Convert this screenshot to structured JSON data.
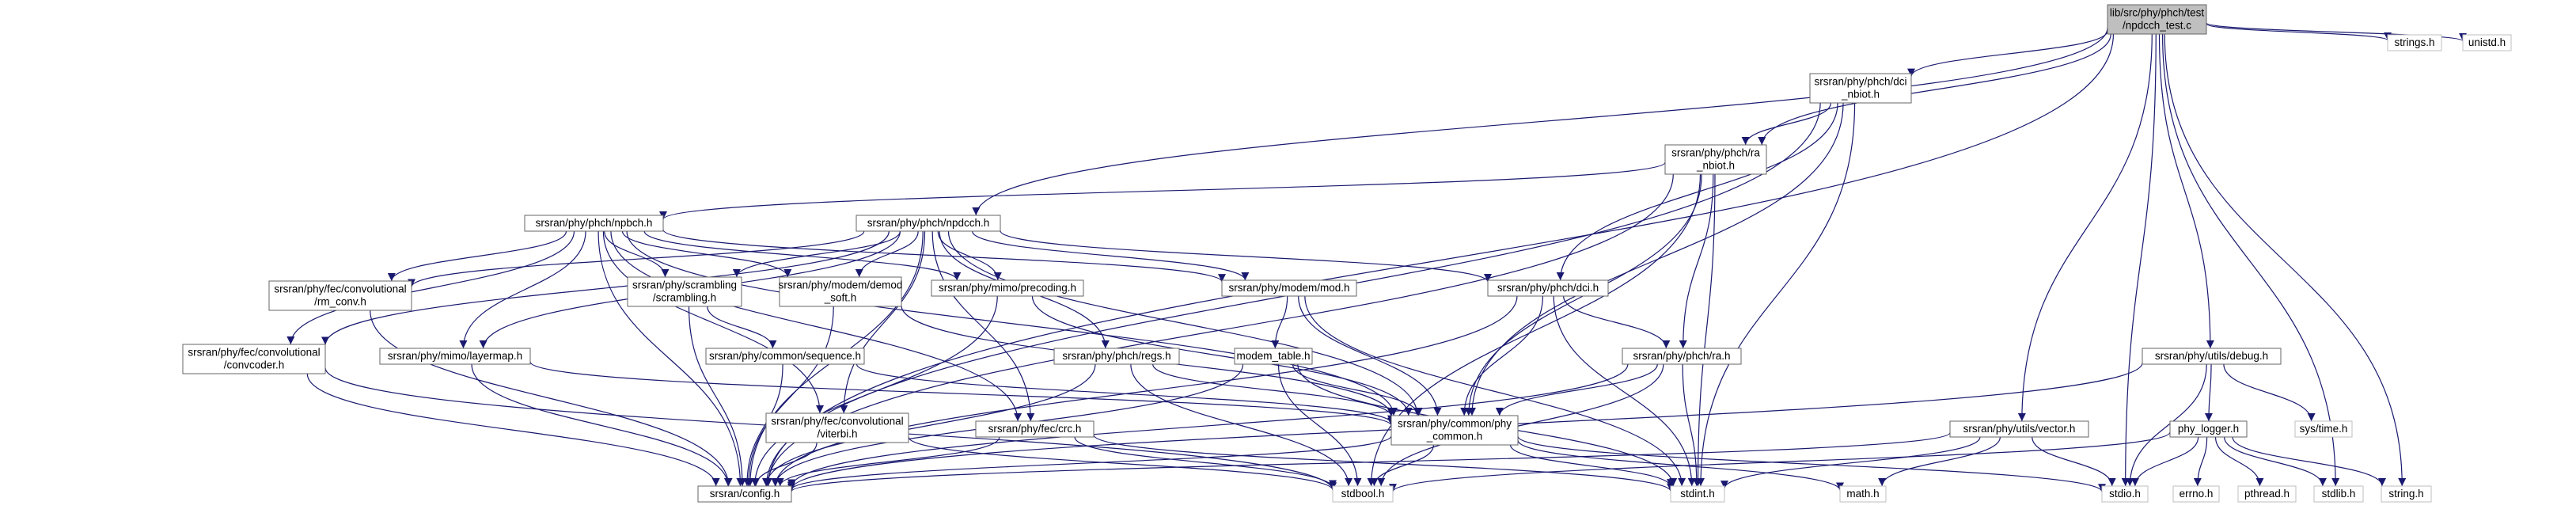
{
  "graph": {
    "nodes": [
      {
        "id": "root",
        "lines": [
          "lib/src/phy/phch/test",
          "/npdcch_test.c"
        ],
        "kind": "root"
      },
      {
        "id": "dci_nbiot",
        "lines": [
          "srsran/phy/phch/dci",
          "_nbiot.h"
        ],
        "kind": "local"
      },
      {
        "id": "ra_nbiot",
        "lines": [
          "srsran/phy/phch/ra",
          "_nbiot.h"
        ],
        "kind": "local"
      },
      {
        "id": "npbch",
        "lines": [
          "srsran/phy/phch/npbch.h"
        ],
        "kind": "local"
      },
      {
        "id": "npdcch",
        "lines": [
          "srsran/phy/phch/npdcch.h"
        ],
        "kind": "local"
      },
      {
        "id": "rm_conv",
        "lines": [
          "srsran/phy/fec/convolutional",
          "/rm_conv.h"
        ],
        "kind": "local"
      },
      {
        "id": "scrambling",
        "lines": [
          "srsran/phy/scrambling",
          "/scrambling.h"
        ],
        "kind": "local"
      },
      {
        "id": "demod_soft",
        "lines": [
          "srsran/phy/modem/demod",
          "_soft.h"
        ],
        "kind": "local"
      },
      {
        "id": "precoding",
        "lines": [
          "srsran/phy/mimo/precoding.h"
        ],
        "kind": "local"
      },
      {
        "id": "mod",
        "lines": [
          "srsran/phy/modem/mod.h"
        ],
        "kind": "local"
      },
      {
        "id": "dci",
        "lines": [
          "srsran/phy/phch/dci.h"
        ],
        "kind": "local"
      },
      {
        "id": "convcoder",
        "lines": [
          "srsran/phy/fec/convolutional",
          "/convcoder.h"
        ],
        "kind": "local"
      },
      {
        "id": "layermap",
        "lines": [
          "srsran/phy/mimo/layermap.h"
        ],
        "kind": "local"
      },
      {
        "id": "sequence",
        "lines": [
          "srsran/phy/common/sequence.h"
        ],
        "kind": "local"
      },
      {
        "id": "regs",
        "lines": [
          "srsran/phy/phch/regs.h"
        ],
        "kind": "local"
      },
      {
        "id": "modem_table",
        "lines": [
          "modem_table.h"
        ],
        "kind": "local"
      },
      {
        "id": "ra",
        "lines": [
          "srsran/phy/phch/ra.h"
        ],
        "kind": "local"
      },
      {
        "id": "viterbi",
        "lines": [
          "srsran/phy/fec/convolutional",
          "/viterbi.h"
        ],
        "kind": "local"
      },
      {
        "id": "crc",
        "lines": [
          "srsran/phy/fec/crc.h"
        ],
        "kind": "local"
      },
      {
        "id": "phy_common",
        "lines": [
          "srsran/phy/common/phy",
          "_common.h"
        ],
        "kind": "local"
      },
      {
        "id": "config",
        "lines": [
          "srsran/config.h"
        ],
        "kind": "local"
      },
      {
        "id": "stdbool",
        "lines": [
          "stdbool.h"
        ],
        "kind": "system"
      },
      {
        "id": "stdint",
        "lines": [
          "stdint.h"
        ],
        "kind": "system"
      },
      {
        "id": "math",
        "lines": [
          "math.h"
        ],
        "kind": "system"
      },
      {
        "id": "debug",
        "lines": [
          "srsran/phy/utils/debug.h"
        ],
        "kind": "local"
      },
      {
        "id": "vector",
        "lines": [
          "srsran/phy/utils/vector.h"
        ],
        "kind": "local"
      },
      {
        "id": "phy_logger",
        "lines": [
          "phy_logger.h"
        ],
        "kind": "local"
      },
      {
        "id": "systime",
        "lines": [
          "sys/time.h"
        ],
        "kind": "system"
      },
      {
        "id": "stdio",
        "lines": [
          "stdio.h"
        ],
        "kind": "system"
      },
      {
        "id": "errno",
        "lines": [
          "errno.h"
        ],
        "kind": "system"
      },
      {
        "id": "pthread",
        "lines": [
          "pthread.h"
        ],
        "kind": "system"
      },
      {
        "id": "stdlib",
        "lines": [
          "stdlib.h"
        ],
        "kind": "system"
      },
      {
        "id": "string",
        "lines": [
          "string.h"
        ],
        "kind": "system"
      },
      {
        "id": "strings",
        "lines": [
          "strings.h"
        ],
        "kind": "system"
      },
      {
        "id": "unistd",
        "lines": [
          "unistd.h"
        ],
        "kind": "system"
      }
    ],
    "edges": [
      [
        "root",
        "dci_nbiot"
      ],
      [
        "root",
        "ra_nbiot"
      ],
      [
        "root",
        "npdcch"
      ],
      [
        "root",
        "config"
      ],
      [
        "root",
        "debug"
      ],
      [
        "root",
        "vector"
      ],
      [
        "root",
        "stdio"
      ],
      [
        "root",
        "stdlib"
      ],
      [
        "root",
        "string"
      ],
      [
        "root",
        "strings"
      ],
      [
        "root",
        "unistd"
      ],
      [
        "dci_nbiot",
        "ra_nbiot"
      ],
      [
        "dci_nbiot",
        "dci"
      ],
      [
        "dci_nbiot",
        "phy_common"
      ],
      [
        "dci_nbiot",
        "stdint"
      ],
      [
        "dci_nbiot",
        "config"
      ],
      [
        "ra_nbiot",
        "npbch"
      ],
      [
        "ra_nbiot",
        "ra"
      ],
      [
        "ra_nbiot",
        "phy_common"
      ],
      [
        "ra_nbiot",
        "stdbool"
      ],
      [
        "ra_nbiot",
        "stdint"
      ],
      [
        "ra_nbiot",
        "config"
      ],
      [
        "npbch",
        "rm_conv"
      ],
      [
        "npbch",
        "scrambling"
      ],
      [
        "npbch",
        "demod_soft"
      ],
      [
        "npbch",
        "precoding"
      ],
      [
        "npbch",
        "mod"
      ],
      [
        "npbch",
        "convcoder"
      ],
      [
        "npbch",
        "layermap"
      ],
      [
        "npbch",
        "viterbi"
      ],
      [
        "npbch",
        "crc"
      ],
      [
        "npbch",
        "phy_common"
      ],
      [
        "npbch",
        "config"
      ],
      [
        "npdcch",
        "rm_conv"
      ],
      [
        "npdcch",
        "scrambling"
      ],
      [
        "npdcch",
        "demod_soft"
      ],
      [
        "npdcch",
        "precoding"
      ],
      [
        "npdcch",
        "mod"
      ],
      [
        "npdcch",
        "dci"
      ],
      [
        "npdcch",
        "convcoder"
      ],
      [
        "npdcch",
        "layermap"
      ],
      [
        "npdcch",
        "regs"
      ],
      [
        "npdcch",
        "viterbi"
      ],
      [
        "npdcch",
        "crc"
      ],
      [
        "npdcch",
        "phy_common"
      ],
      [
        "npdcch",
        "config"
      ],
      [
        "rm_conv",
        "config"
      ],
      [
        "scrambling",
        "sequence"
      ],
      [
        "scrambling",
        "config"
      ],
      [
        "demod_soft",
        "phy_common"
      ],
      [
        "demod_soft",
        "config"
      ],
      [
        "precoding",
        "phy_common"
      ],
      [
        "precoding",
        "config"
      ],
      [
        "mod",
        "modem_table"
      ],
      [
        "mod",
        "stdint"
      ],
      [
        "mod",
        "phy_common"
      ],
      [
        "dci",
        "ra"
      ],
      [
        "dci",
        "phy_common"
      ],
      [
        "dci",
        "stdint"
      ],
      [
        "dci",
        "config"
      ],
      [
        "convcoder",
        "stdbool"
      ],
      [
        "convcoder",
        "config"
      ],
      [
        "layermap",
        "phy_common"
      ],
      [
        "layermap",
        "config"
      ],
      [
        "sequence",
        "phy_common"
      ],
      [
        "sequence",
        "config"
      ],
      [
        "regs",
        "phy_common"
      ],
      [
        "regs",
        "stdbool"
      ],
      [
        "regs",
        "config"
      ],
      [
        "modem_table",
        "phy_common"
      ],
      [
        "modem_table",
        "stdbool"
      ],
      [
        "modem_table",
        "stdint"
      ],
      [
        "modem_table",
        "config"
      ],
      [
        "ra",
        "phy_common"
      ],
      [
        "ra",
        "stdbool"
      ],
      [
        "ra",
        "stdint"
      ],
      [
        "ra",
        "config"
      ],
      [
        "viterbi",
        "stdbool"
      ],
      [
        "viterbi",
        "config"
      ],
      [
        "crc",
        "stdint"
      ],
      [
        "crc",
        "stdbool"
      ],
      [
        "crc",
        "config"
      ],
      [
        "phy_common",
        "stdbool"
      ],
      [
        "phy_common",
        "stdint"
      ],
      [
        "phy_common",
        "math"
      ],
      [
        "phy_common",
        "stdio"
      ],
      [
        "phy_common",
        "config"
      ],
      [
        "debug",
        "phy_logger"
      ],
      [
        "debug",
        "systime"
      ],
      [
        "debug",
        "stdio"
      ],
      [
        "debug",
        "config"
      ],
      [
        "vector",
        "stdio"
      ],
      [
        "vector",
        "stdint"
      ],
      [
        "vector",
        "math"
      ],
      [
        "vector",
        "config"
      ],
      [
        "phy_logger",
        "stdbool"
      ],
      [
        "phy_logger",
        "errno"
      ],
      [
        "phy_logger",
        "pthread"
      ],
      [
        "phy_logger",
        "stdlib"
      ],
      [
        "phy_logger",
        "string"
      ],
      [
        "phy_logger",
        "stdio"
      ]
    ]
  },
  "colors": {
    "edge": "#191970",
    "node_border": "#666666",
    "system_border": "#bfbfbf",
    "root_fill": "#bfbfbf",
    "node_fill": "#ffffff"
  }
}
